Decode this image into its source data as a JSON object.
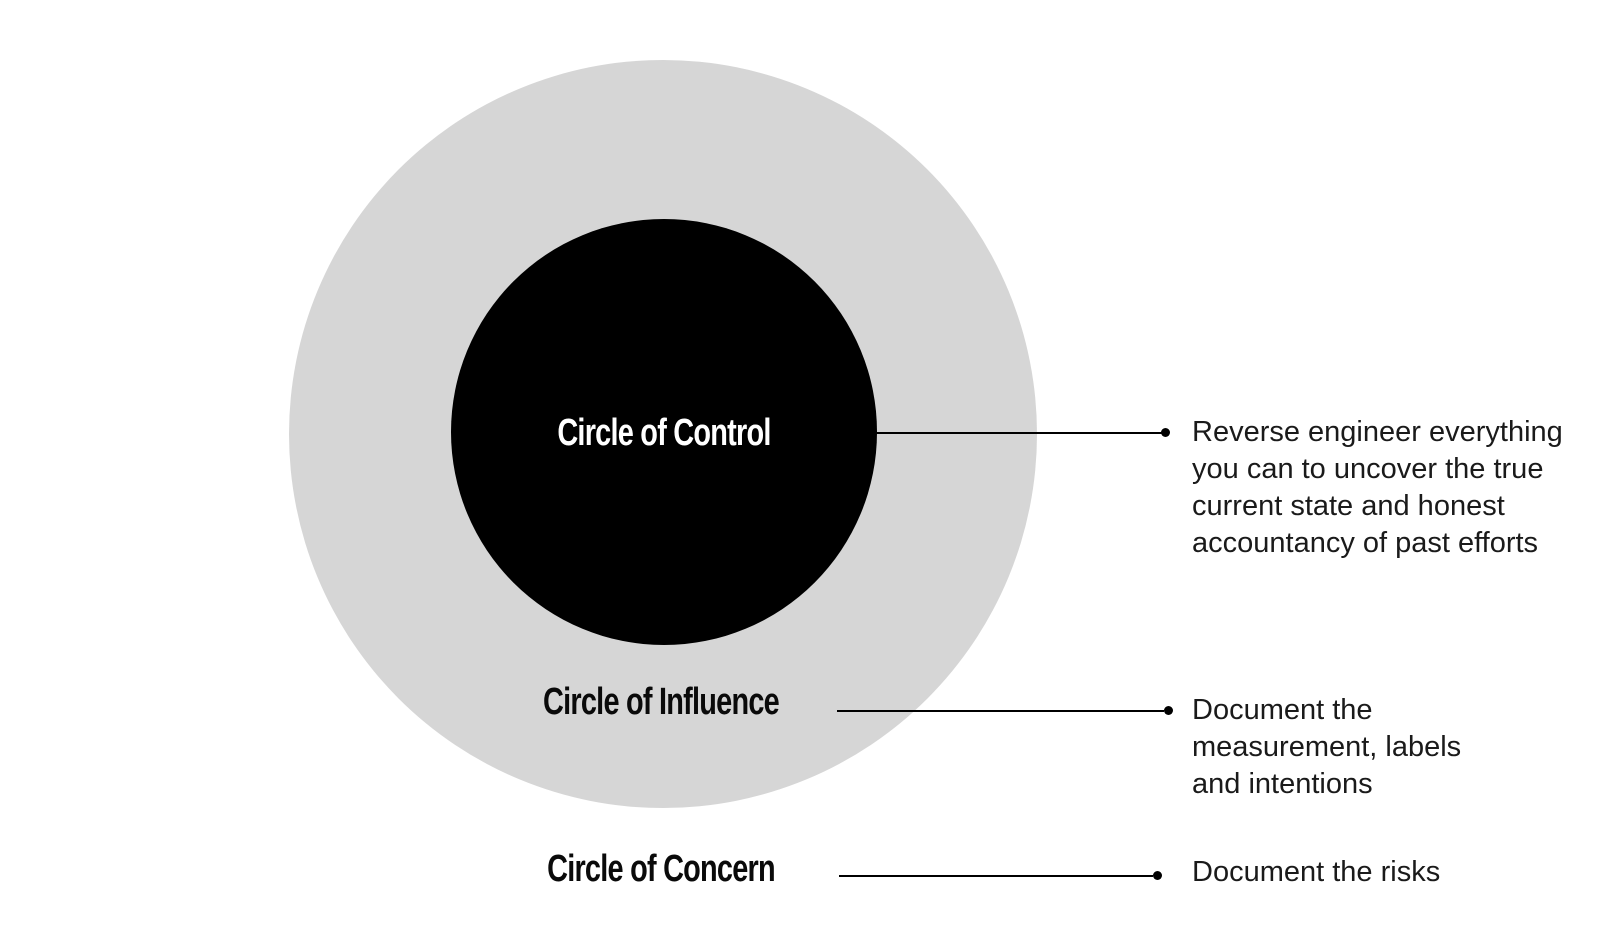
{
  "colors": {
    "background": "#ffffff",
    "influence_circle_fill": "#d6d6d6",
    "control_circle_fill": "#000000",
    "control_label_color": "#ffffff",
    "heading_color": "#0a0a0a",
    "annotation_color": "#1a1a1a",
    "connector_color": "#000000"
  },
  "labels": {
    "control": "Circle of Control",
    "influence": "Circle of Influence",
    "concern": "Circle of Concern"
  },
  "annotations": [
    {
      "target": "control",
      "lines": [
        "Reverse engineer everything",
        "you can to uncover the true",
        "current state and honest",
        "accountancy of past efforts"
      ]
    },
    {
      "target": "influence",
      "lines": [
        "Document the",
        "measurement, labels",
        "and intentions"
      ]
    },
    {
      "target": "concern",
      "lines": [
        "Document the risks"
      ]
    }
  ]
}
